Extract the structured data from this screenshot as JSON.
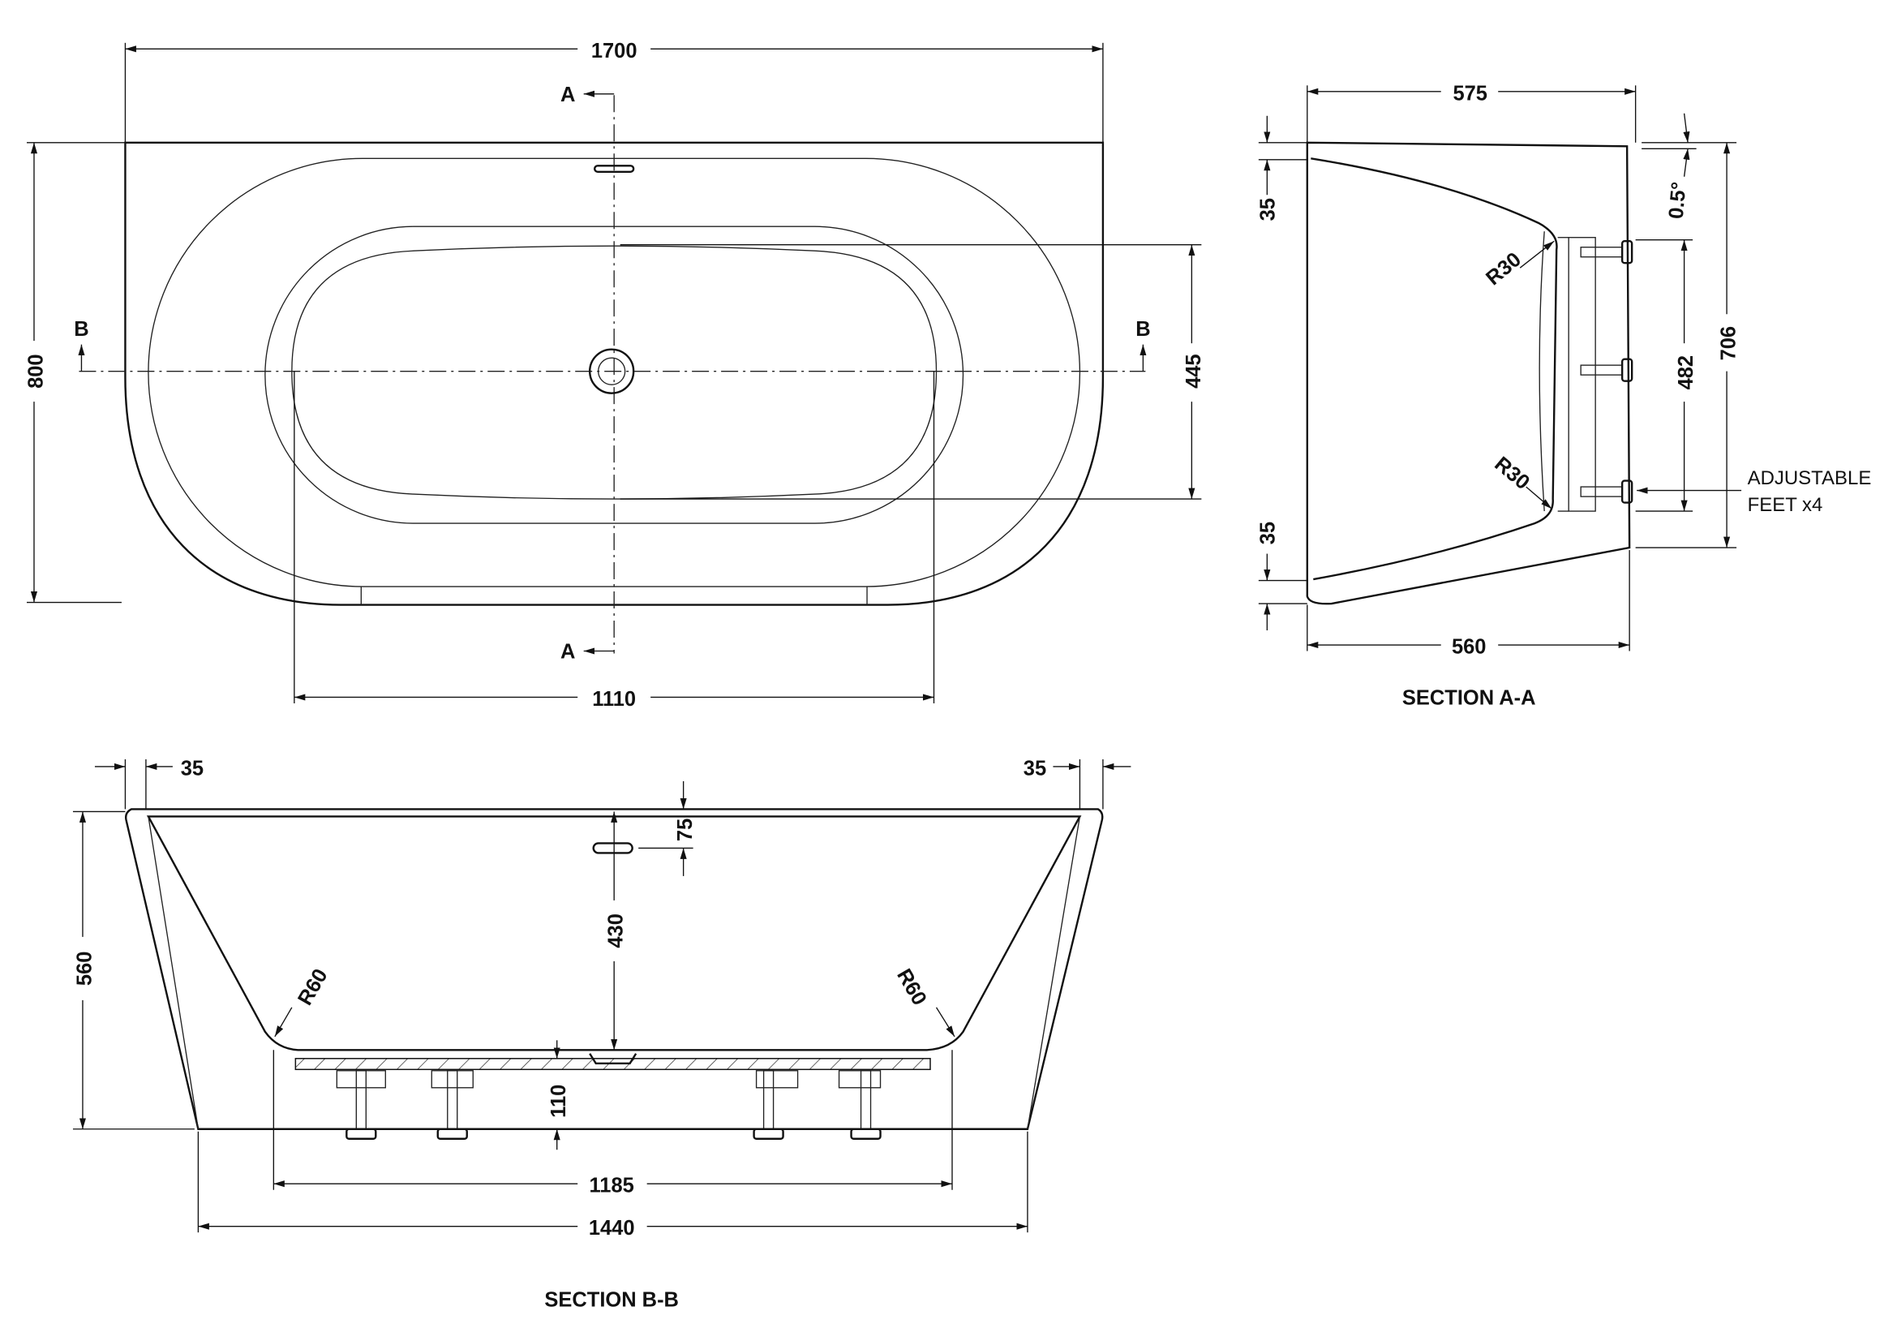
{
  "top_view": {
    "width": "1700",
    "depth": "800",
    "bowl_length": "1110",
    "bowl_width": "445",
    "section_a": "A",
    "section_b": "B"
  },
  "section_aa": {
    "title": "SECTION A-A",
    "top_width": "575",
    "bottom_width": "560",
    "rim_top": "35",
    "rim_bottom": "35",
    "angle": "0.5°",
    "radius_top": "R30",
    "radius_bottom": "R30",
    "height": "706",
    "feet_span": "482",
    "feet_label_1": "ADJUSTABLE",
    "feet_label_2": "FEET x4"
  },
  "section_bb": {
    "title": "SECTION B-B",
    "rim_left": "35",
    "rim_right": "35",
    "overflow": "75",
    "height": "560",
    "depth": "430",
    "radius_left": "R60",
    "radius_right": "R60",
    "floor_gap": "110",
    "base_inner": "1185",
    "base_outer": "1440"
  }
}
